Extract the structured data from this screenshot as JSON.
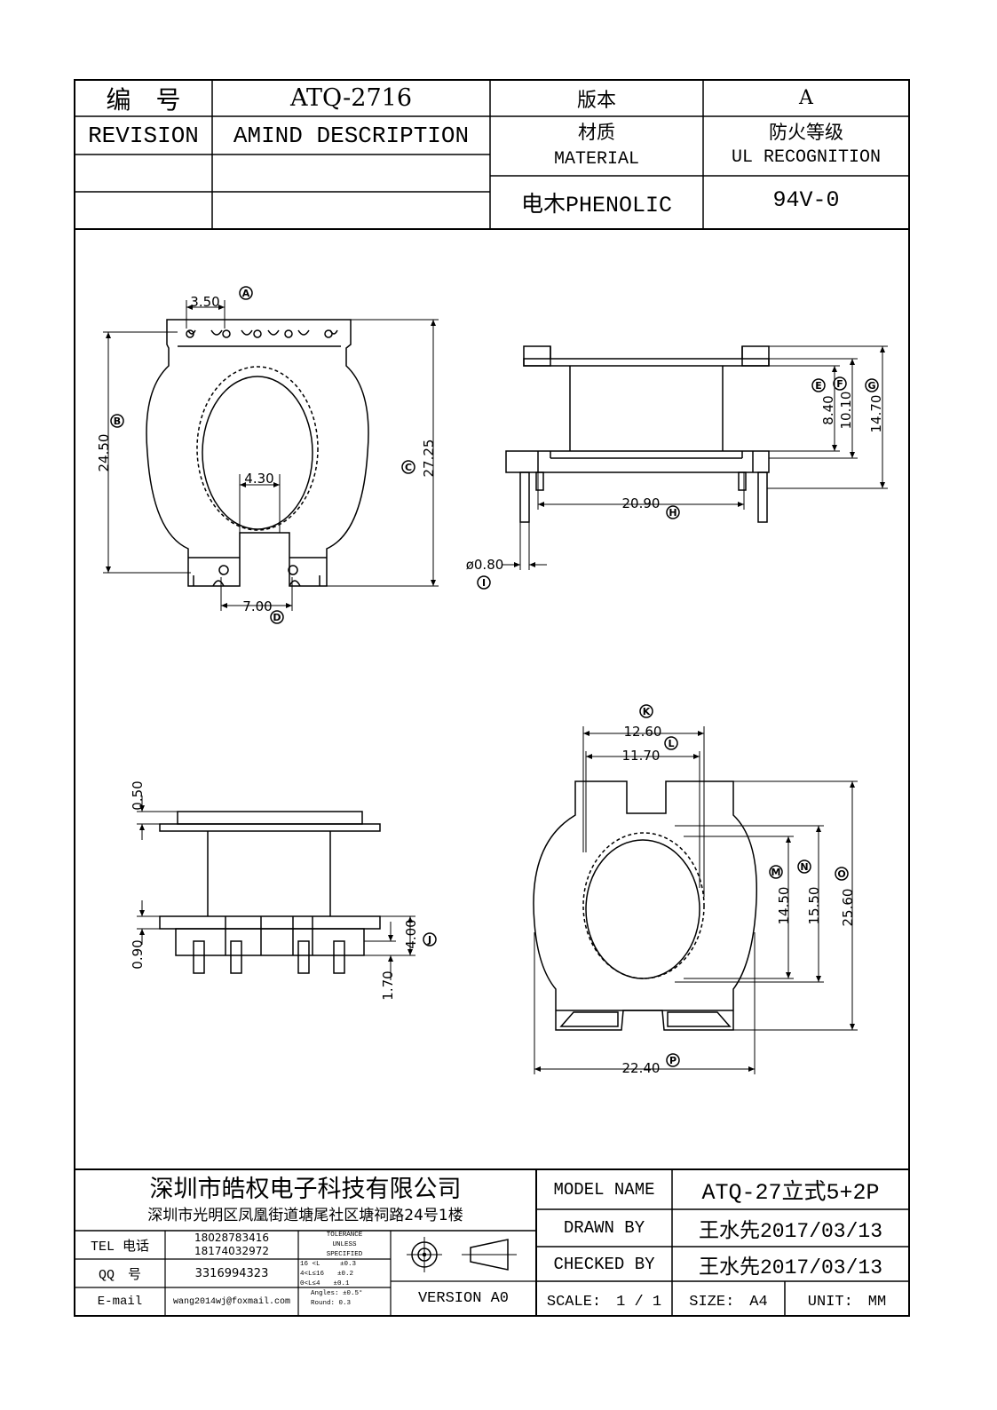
{
  "header": {
    "number_label": "编　号",
    "part_number": "ATQ-2716",
    "version_label": "版本",
    "version_value": "A",
    "revision_label": "REVISION",
    "amind_label": "AMIND DESCRIPTION",
    "material_cn": "材质",
    "material_en": "MATERIAL",
    "fire_cn": "防火等级",
    "fire_en": "UL RECOGNITION",
    "material_value": "电木PHENOLIC",
    "fire_value": "94V-0"
  },
  "drawing": {
    "top_view": {
      "dim_a": "3.50",
      "dim_b": "24.50",
      "dim_c": "27.25",
      "dim_inner": "4.30",
      "dim_d": "7.00",
      "tag_a": "A",
      "tag_b": "B",
      "tag_c": "C",
      "tag_d": "D"
    },
    "side_view": {
      "dim_e": "8.40",
      "dim_f": "10.10",
      "dim_g": "14.70",
      "dim_h": "20.90",
      "dim_i": "ø0.80",
      "tag_e": "E",
      "tag_f": "F",
      "tag_g": "G",
      "tag_h": "H",
      "tag_i": "I"
    },
    "front_view": {
      "dim_top": "0.50",
      "dim_bottom": "0.90",
      "dim_j": "4.00",
      "dim_pin": "1.70",
      "tag_j": "J"
    },
    "bottom_view": {
      "dim_k": "12.60",
      "dim_l": "11.70",
      "dim_m": "14.50",
      "dim_n": "15.50",
      "dim_o": "25.60",
      "dim_p": "22.40",
      "tag_k": "K",
      "tag_l": "L",
      "tag_m": "M",
      "tag_n": "N",
      "tag_o": "O",
      "tag_p": "P"
    }
  },
  "footer": {
    "company_name": "深圳市皓权电子科技有限公司",
    "company_address": "深圳市光明区凤凰街道塘尾社区塘祠路24号1楼",
    "tel_label": "TEL 电话",
    "tel_1": "18028783416",
    "tel_2": "18174032972",
    "qq_label": "QQ　号",
    "qq_value": "3316994323",
    "email_label": "E-mail",
    "email_value": "wang2014wj@foxmail.com",
    "tolerance": {
      "title_1": "TOLERANCE",
      "title_2": "UNLESS",
      "title_3": "SPECIFIED",
      "row_1": "16 <L　　　±0.3",
      "row_2": "4<L≤16　　±0.2",
      "row_3": "0<L≤4　　±0.1",
      "row_4": "Angles: ±0.5°",
      "row_5": "Round: 0.3"
    },
    "version": "VERSION A0",
    "model_label": "MODEL NAME",
    "model_value": "ATQ-27立式5+2P",
    "drawn_label": "DRAWN BY",
    "drawn_value": "王水先2017/03/13",
    "checked_label": "CHECKED BY",
    "checked_value": "王水先2017/03/13",
    "scale_text": "SCALE:　1 / 1",
    "size_text": "SIZE:　A4",
    "unit_text": "UNIT:　MM"
  }
}
